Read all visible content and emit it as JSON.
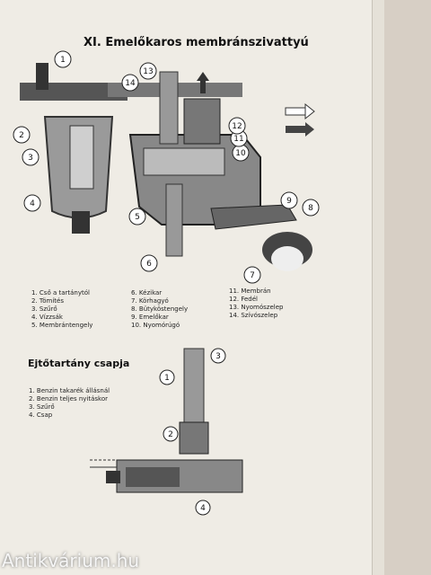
{
  "title": "XI. Emelőkaros membránszivattyú",
  "callouts_top": [
    "1",
    "2",
    "3",
    "4",
    "5",
    "6",
    "7",
    "8",
    "9",
    "10",
    "11",
    "12",
    "13",
    "14"
  ],
  "legend_col1": [
    "1. Cső a tartánytól",
    "2. Tömítés",
    "3. Szűrő",
    "4. Vízzsák",
    "5. Membrántengely"
  ],
  "legend_col2": [
    "6. Kézikar",
    "7. Körhagyó",
    "8. Bütyköstengely",
    "9. Emelőkar",
    "10. Nyomórúgó"
  ],
  "legend_col3": [
    "11. Membrán",
    "12. Fedél",
    "13. Nyomószelep",
    "14. Szívószelep"
  ],
  "section2_title": "Ejtőtartány csapja",
  "legend2": [
    "1. Benzin takarék állásnál",
    "2. Benzin teljes nyitáskor",
    "3. Szűrő",
    "4. Csap"
  ],
  "callouts_bottom": [
    "1",
    "2",
    "3",
    "4"
  ],
  "watermark": "Antikvárium.hu"
}
